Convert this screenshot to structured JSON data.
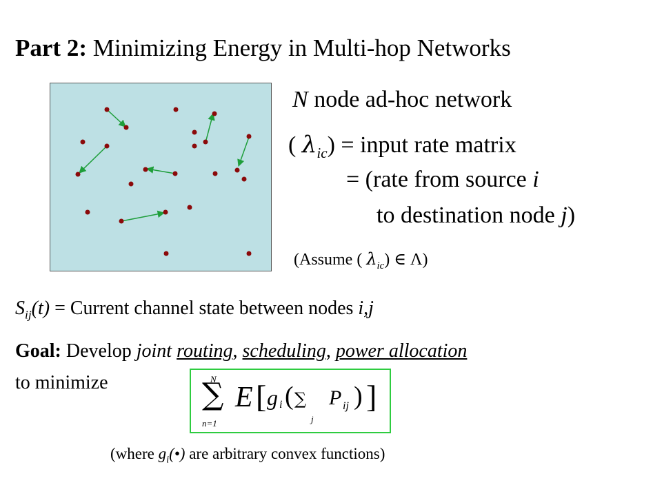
{
  "slide": {
    "title_bold": "Part 2:",
    "title_rest": " Minimizing Energy in Multi-hop Networks",
    "network_label_var": "N",
    "network_label_rest": " node ad-hoc network",
    "rate_open": "(",
    "lambda": "λ",
    "sub_ic": "ic",
    "rate_close_def": ") = input rate matrix",
    "rate_eq_line": "= (rate from source ",
    "var_i": "i",
    "dest_line": "to destination node ",
    "var_j": "j",
    "close_paren": ")",
    "assume_open": "(Assume (",
    "assume_mid": ") ∈ Λ)",
    "s_var": "S",
    "s_sub": "ij",
    "s_arg": "(t)",
    "s_rest": " = Current channel state between nodes ",
    "s_nodes": "i,j",
    "goal_bold": "Goal:",
    "goal_develop": " Develop ",
    "goal_joint": "joint",
    "goal_routing": "routing",
    "comma": ", ",
    "goal_scheduling": "scheduling",
    "goal_power": "power allocation",
    "minimize": "to minimize",
    "where_open": "(where ",
    "where_g": "g",
    "where_i": "i",
    "where_arg": "(•)",
    "where_rest": " are arbitrary convex functions)"
  },
  "formula": {
    "sum": "∑",
    "upper": "N",
    "lower": "n=1",
    "E": "E",
    "lbr": "[",
    "g": "g",
    "gi": "i",
    "lp": "(",
    "inner_sum": "∑",
    "inner_lower": "j",
    "P": "P",
    "pij": "ij",
    "rp": ")",
    "rbr": "]"
  },
  "colors": {
    "background": "#ffffff",
    "network_bg": "#bde0e4",
    "node": "#8b0a0a",
    "arrow": "#1e9e3a",
    "formula_border": "#2ecc40"
  }
}
